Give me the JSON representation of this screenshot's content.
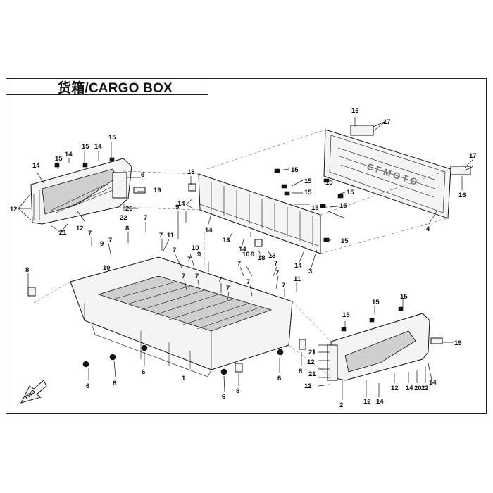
{
  "title": "货箱/CARGO BOX",
  "front_arrow_label": "FWD",
  "part_numbers": [
    "1",
    "2",
    "3",
    "4",
    "5",
    "6",
    "7",
    "8",
    "9",
    "10",
    "11",
    "12",
    "13",
    "14",
    "15",
    "16",
    "17",
    "18",
    "19",
    "20",
    "21",
    "22"
  ]
}
